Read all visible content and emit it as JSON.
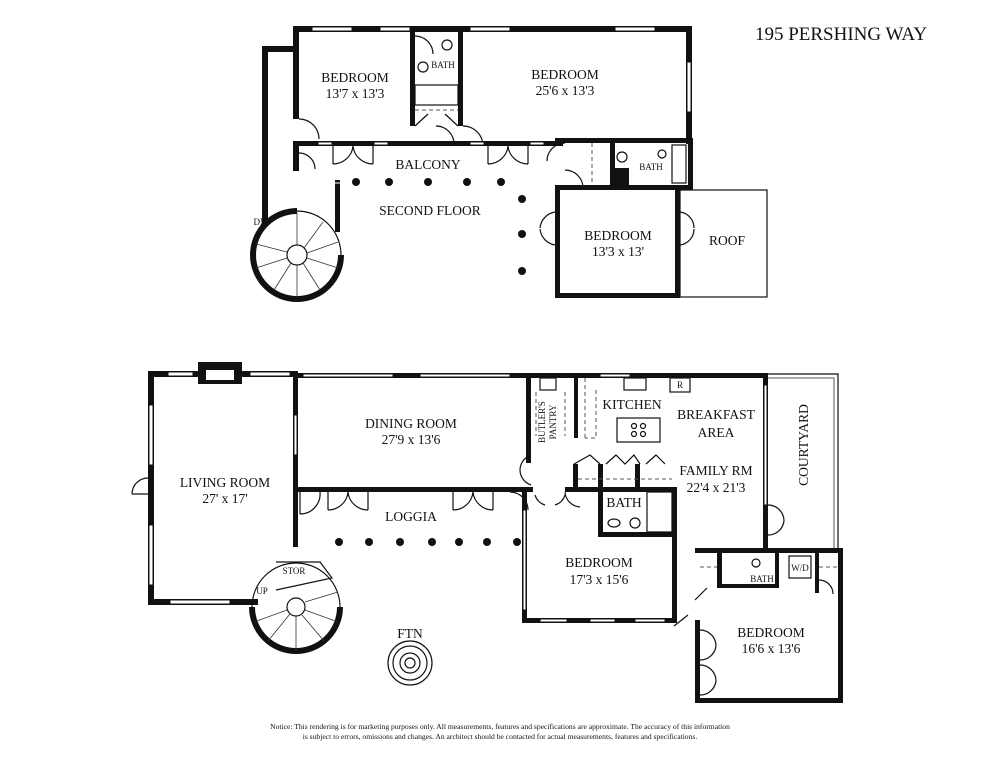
{
  "title": "195 PERSHING WAY",
  "second_floor": {
    "label": "SECOND FLOOR",
    "rooms": [
      {
        "name": "BEDROOM",
        "size": "13'7 x 13'3"
      },
      {
        "name": "BEDROOM",
        "size": "25'6 x 13'3"
      },
      {
        "name": "BEDROOM",
        "size": "13'3 x 13'"
      }
    ],
    "bath_1": "BATH",
    "bath_2": "BATH",
    "balcony": "BALCONY",
    "roof": "ROOF",
    "stair": "DN"
  },
  "first_floor": {
    "living_room": {
      "name": "LIVING ROOM",
      "size": "27' x 17'"
    },
    "dining_room": {
      "name": "DINING ROOM",
      "size": "27'9 x 13'6"
    },
    "butlers_pantry": [
      "BUTLER'S",
      "PANTRY"
    ],
    "kitchen": "KITCHEN",
    "refrigerator": "R",
    "breakfast": [
      "BREAKFAST",
      "AREA"
    ],
    "family_room": {
      "name": "FAMILY RM",
      "size": "22'4 x 21'3"
    },
    "courtyard": "COURTYARD",
    "loggia": "LOGGIA",
    "bath_1": "BATH",
    "bedroom_1": {
      "name": "BEDROOM",
      "size": "17'3 x 15'6"
    },
    "bath_2": "BATH",
    "washer_dryer": "W/D",
    "bedroom_2": {
      "name": "BEDROOM",
      "size": "16'6 x 13'6"
    },
    "storage": "STOR",
    "stair": "UP",
    "fountain": "FTN"
  },
  "notice": [
    "Notice: This rendering is for marketing purposes only. All measurements, features and specifications are approximate. The accuracy of this information",
    "is subject to errors, omissions and changes. An architect should be contacted for actual measurements, features and specifications."
  ]
}
